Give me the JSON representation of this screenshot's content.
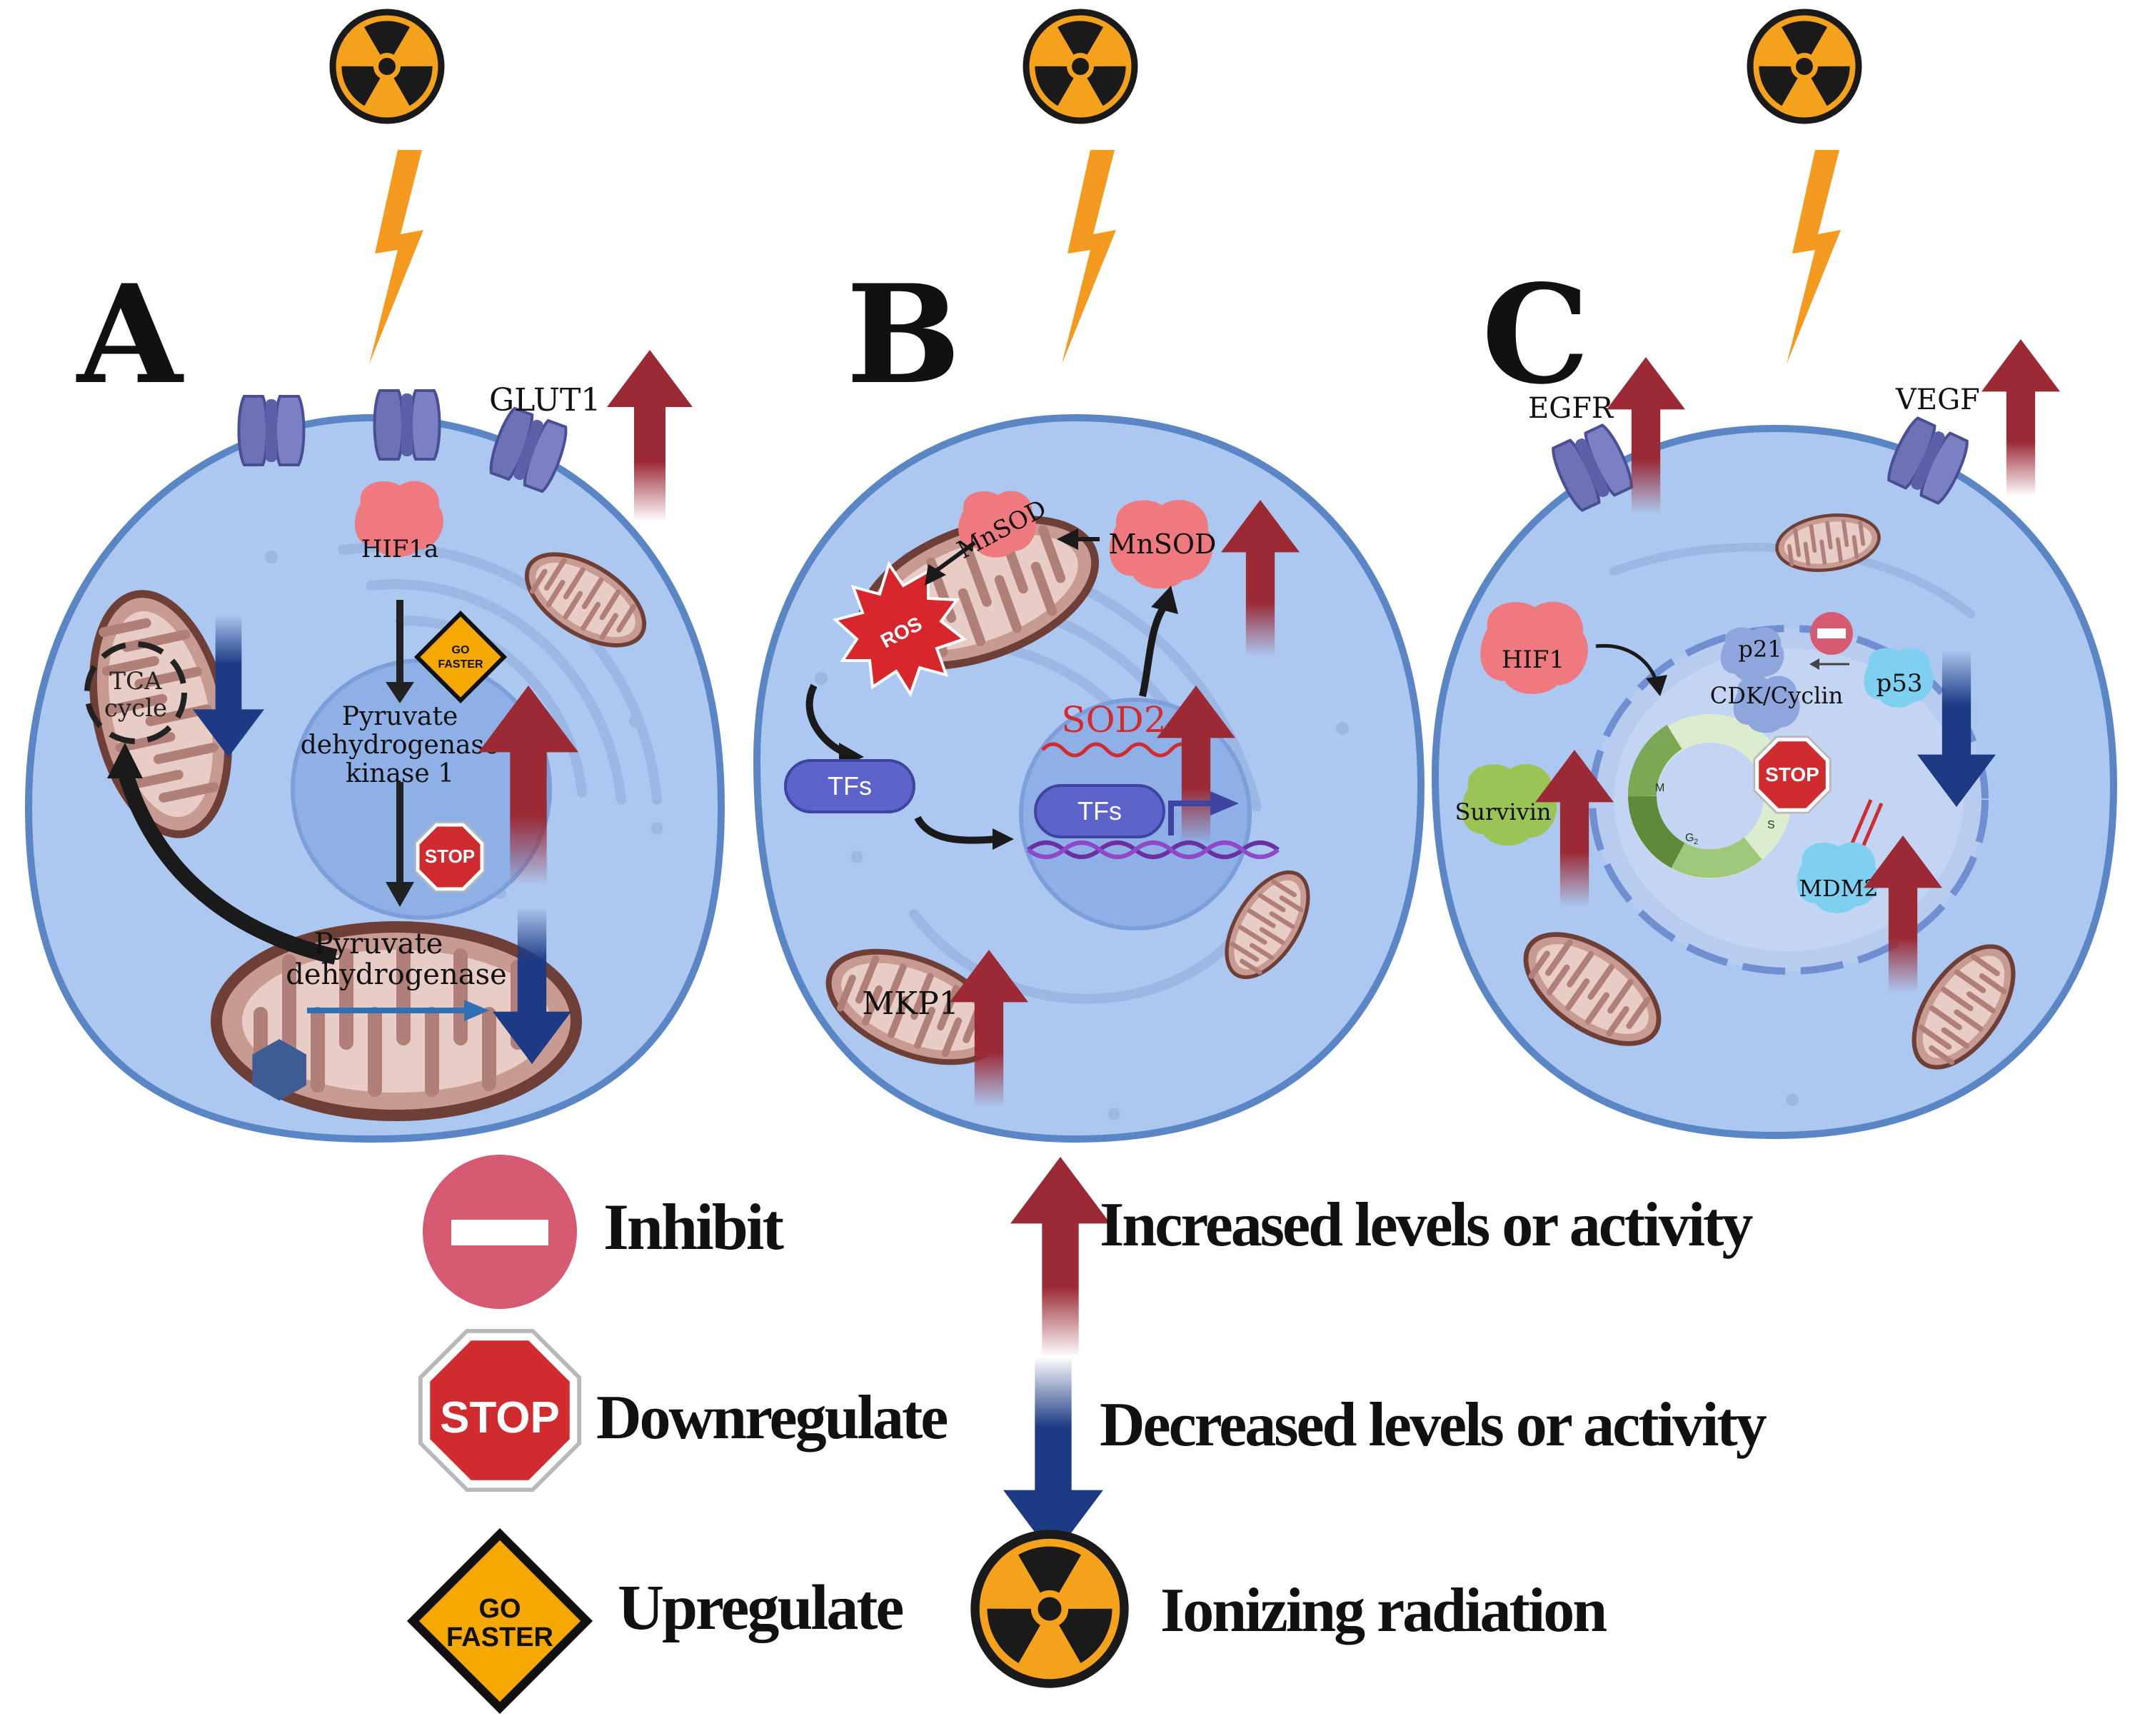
{
  "panels": {
    "a": {
      "letter": "A",
      "glut1": "GLUT1",
      "hif1a": "HIF1a",
      "go_faster_1": "GO",
      "go_faster_2": "FASTER",
      "tca_1": "TCA",
      "tca_2": "cycle",
      "pdk_1": "Pyruvate",
      "pdk_2": "dehydrogenase",
      "pdk_3": "kinase 1",
      "stop": "STOP",
      "pdh_1": "Pyruvate",
      "pdh_2": "dehydrogenase"
    },
    "b": {
      "letter": "B",
      "mnsod_mito": "MnSOD",
      "ros": "ROS",
      "mnsod": "MnSOD",
      "sod2": "SOD2",
      "tfs_1": "TFs",
      "tfs_2": "TFs",
      "mkp1": "MKP1"
    },
    "c": {
      "letter": "C",
      "egfr": "EGFR",
      "vegf": "VEGF",
      "hif1": "HIF1",
      "p21": "p21",
      "cdk_cyclin": "CDK/Cyclin",
      "p53": "p53",
      "survivin": "Survivin",
      "stop": "STOP",
      "mdm2": "MDM2",
      "phase_m": "M",
      "phase_g2": "G",
      "phase_g2_sub": "2",
      "phase_s": "S"
    }
  },
  "legend": {
    "inhibit": "Inhibit",
    "downregulate": "Downregulate",
    "stop_sign": "STOP",
    "upregulate": "Upregulate",
    "go_faster_1": "GO",
    "go_faster_2": "FASTER",
    "increased": "Increased levels or activity",
    "decreased": "Decreased levels or activity",
    "radiation": "Ionizing radiation"
  },
  "colors": {
    "cell": "#adc8f0",
    "cell_border": "#5b86c6",
    "nucleus": "#8fb0e6",
    "mito_outer": "#c79a92",
    "mito_border": "#6e3f36",
    "up_arrow": "#9b2a35",
    "down_arrow": "#1d3b85",
    "stop_red": "#d02b2f",
    "inhibit_pink": "#d65a72",
    "go_yellow": "#f5a800",
    "radiation_orange": "#f4a11c",
    "bolt_orange": "#f49a1e"
  }
}
